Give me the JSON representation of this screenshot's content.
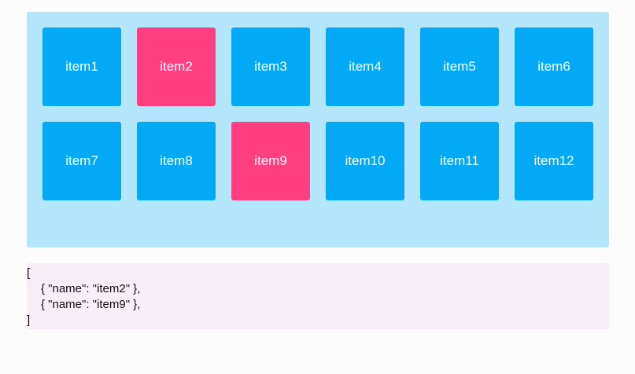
{
  "items": [
    {
      "label": "item1",
      "selected": false
    },
    {
      "label": "item2",
      "selected": true
    },
    {
      "label": "item3",
      "selected": false
    },
    {
      "label": "item4",
      "selected": false
    },
    {
      "label": "item5",
      "selected": false
    },
    {
      "label": "item6",
      "selected": false
    },
    {
      "label": "item7",
      "selected": false
    },
    {
      "label": "item8",
      "selected": false
    },
    {
      "label": "item9",
      "selected": true
    },
    {
      "label": "item10",
      "selected": false
    },
    {
      "label": "item11",
      "selected": false
    },
    {
      "label": "item12",
      "selected": false
    }
  ],
  "output": {
    "open_bracket": "[",
    "lines": [
      "{ \"name\": \"item2\" },",
      "{ \"name\": \"item9\" },"
    ],
    "close_bracket": "]"
  },
  "colors": {
    "panel_background": "#b3e5fb",
    "item_default": "#03a9f4",
    "item_selected": "#ff3f7f",
    "output_background": "#f8eef8"
  }
}
